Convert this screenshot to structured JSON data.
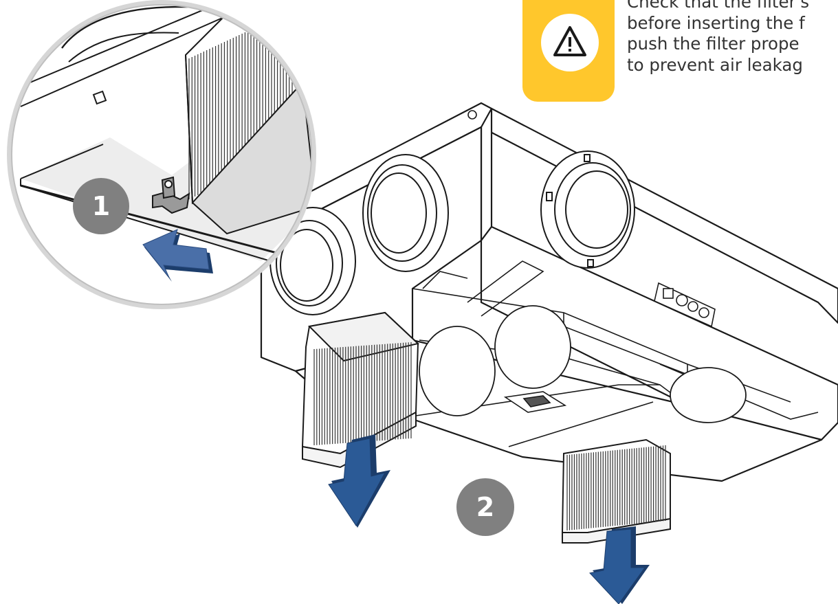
{
  "warning": {
    "icon": "warning-triangle-icon",
    "lines": [
      "Check that the filter's",
      "before inserting the f",
      "push the filter prope",
      "to prevent air leakag"
    ]
  },
  "steps": [
    {
      "label": "1"
    },
    {
      "label": "2"
    }
  ],
  "colors": {
    "warning_yellow": "#FFC72C",
    "badge_gray": "#808080",
    "arrow_blue": "#2B5A96",
    "arrow_blue_dark": "#1C3D6B",
    "outline": "#1a1a1a",
    "zoom_ring": "#d6d6d6",
    "text": "#333333"
  }
}
